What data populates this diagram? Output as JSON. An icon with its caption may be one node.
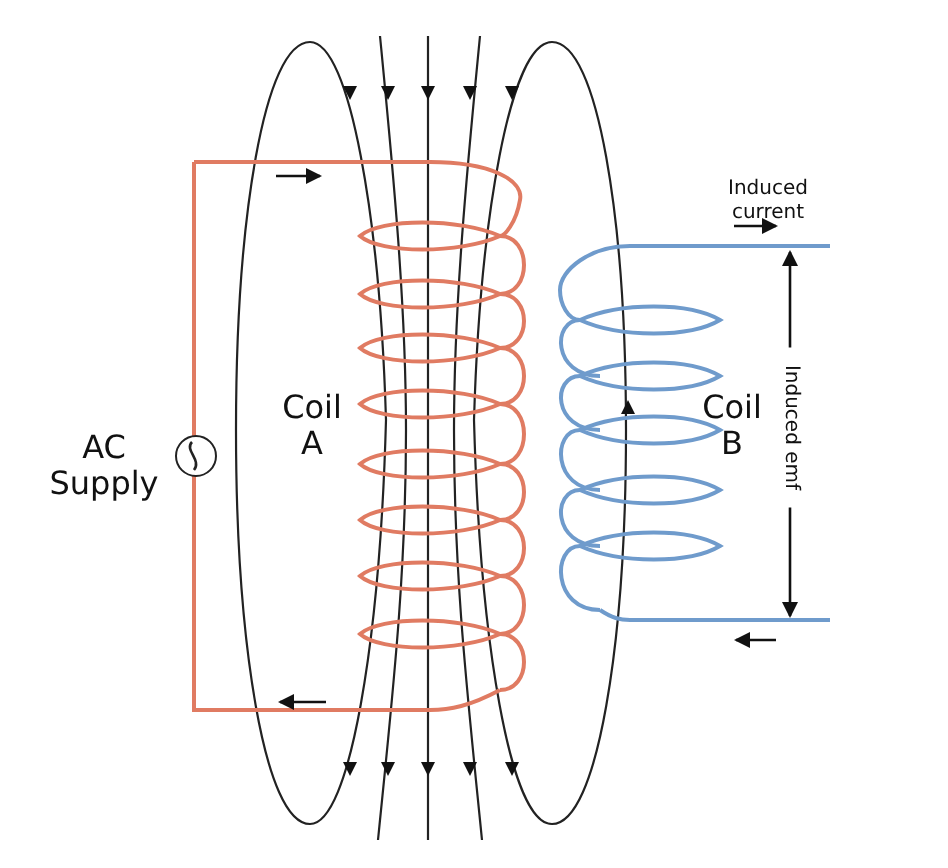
{
  "diagram": {
    "labels": [
      "Induced current",
      "Coil A",
      "AC Supply",
      "Coil B",
      "Induced emf"
    ]
  }
}
